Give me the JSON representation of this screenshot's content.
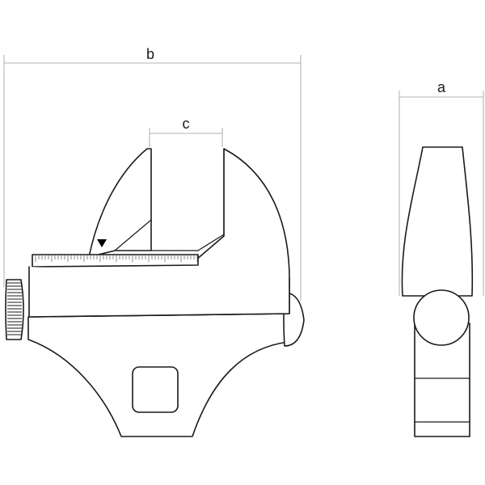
{
  "dimensions": {
    "b": "b",
    "c": "c",
    "a": "a"
  },
  "colors": {
    "outline": "#1a1a1a",
    "dimension_line": "#9a9a9a",
    "background": "#ffffff"
  }
}
